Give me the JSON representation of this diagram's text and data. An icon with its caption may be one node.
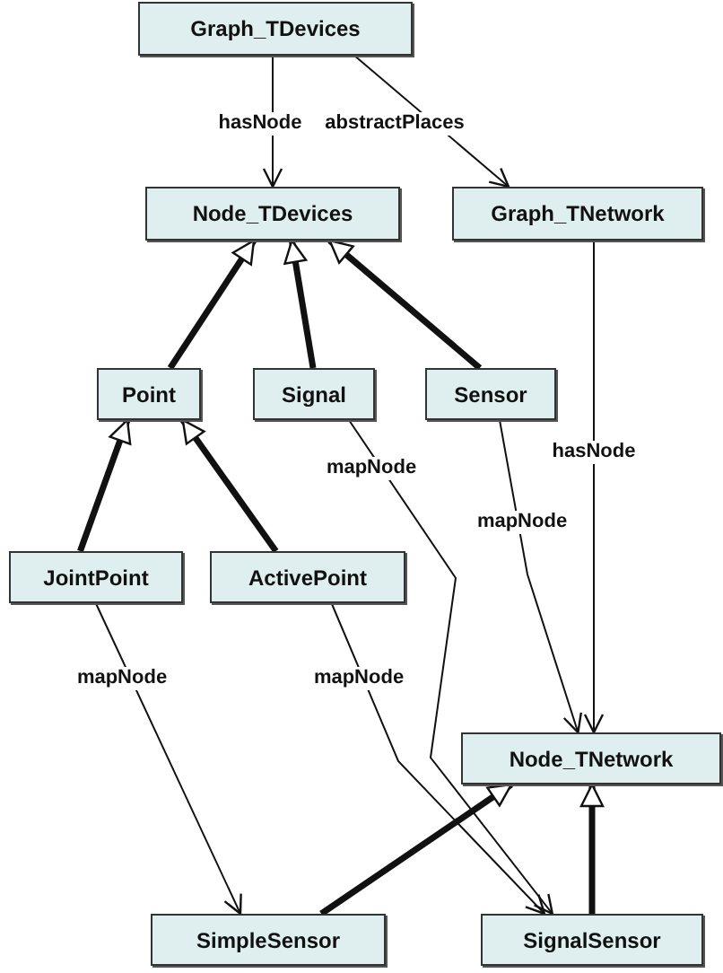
{
  "diagram": {
    "nodes": [
      {
        "text": [
          "Graph_TDevices"
        ]
      },
      {
        "text": [
          "Node_TDevices"
        ]
      },
      {
        "text": [
          "Graph_TNetwork"
        ]
      },
      {
        "text": [
          "Point"
        ]
      },
      {
        "text": [
          "Signal"
        ]
      },
      {
        "text": [
          "Sensor"
        ]
      },
      {
        "text": [
          "JointPoint"
        ]
      },
      {
        "text": [
          "ActivePoint"
        ]
      },
      {
        "text": [
          "Node_TNetwork"
        ]
      },
      {
        "text": [
          "SimpleSensor"
        ]
      },
      {
        "text": [
          "SignalSensor"
        ]
      }
    ],
    "edges": [
      {
        "from": 0,
        "to": 1,
        "arrow": "to",
        "label": "hasNode"
      },
      {
        "from": 0,
        "to": 2,
        "arrow": "to",
        "label": "abstractPlaces"
      },
      {
        "from": 2,
        "to": 8,
        "arrow": "to",
        "label": "hasNode"
      },
      {
        "from": 4,
        "to": 10,
        "arrow": "to",
        "label": "mapNode"
      },
      {
        "from": 5,
        "to": 8,
        "arrow": "to",
        "label": "mapNode"
      },
      {
        "from": 6,
        "to": 9,
        "arrow": "to",
        "label": "mapNode"
      },
      {
        "from": 7,
        "to": 10,
        "arrow": "to",
        "label": "mapNode"
      },
      {
        "from": 3,
        "to": 1,
        "arrow": "to",
        "style": "thick"
      },
      {
        "from": 4,
        "to": 1,
        "arrow": "to",
        "style": "thick"
      },
      {
        "from": 5,
        "to": 1,
        "arrow": "to",
        "style": "thick"
      },
      {
        "from": 6,
        "to": 3,
        "arrow": "to",
        "style": "thick"
      },
      {
        "from": 7,
        "to": 3,
        "arrow": "to",
        "style": "thick"
      },
      {
        "from": 9,
        "to": 8,
        "arrow": "to",
        "style": "thick"
      },
      {
        "from": 10,
        "to": 8,
        "arrow": "to",
        "style": "thick"
      }
    ]
  }
}
